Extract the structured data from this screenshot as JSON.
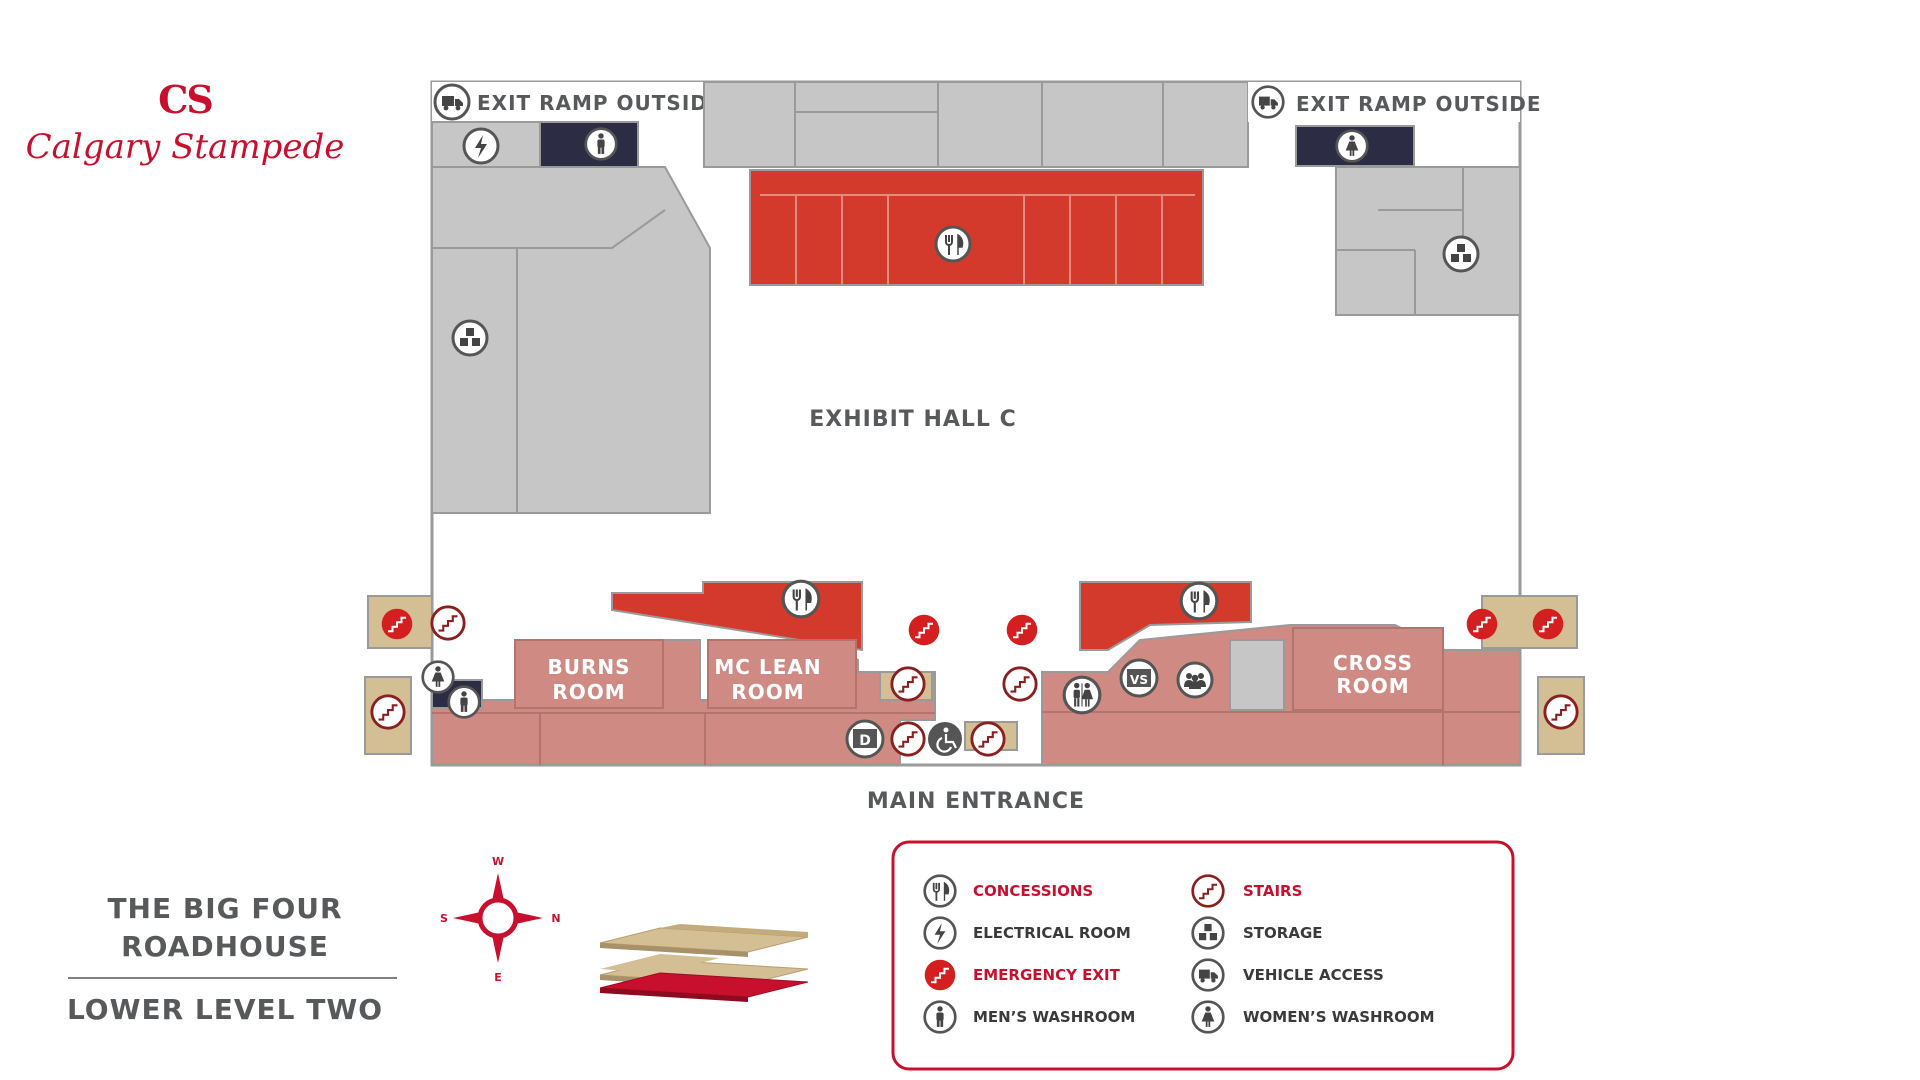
{
  "brand": {
    "monogram": "CS",
    "name": "Calgary Stampede",
    "color": "#c8102e"
  },
  "venue": {
    "title_line1": "THE BIG FOUR",
    "title_line2": "ROADHOUSE",
    "level": "LOWER LEVEL TWO"
  },
  "labels": {
    "exit_ramp_left": "EXIT RAMP OUTSIDE",
    "exit_ramp_right": "EXIT RAMP OUTSIDE",
    "hall": "EXHIBIT HALL C",
    "burns_1": "BURNS",
    "burns_2": "ROOM",
    "mclean_1": "MC LEAN",
    "mclean_2": "ROOM",
    "cross_1": "CROSS",
    "cross_2": "ROOM",
    "main_entrance": "MAIN ENTRANCE"
  },
  "compass": {
    "w": "W",
    "s": "S",
    "n": "N",
    "e": "E"
  },
  "legend": [
    {
      "label": "CONCESSIONS",
      "icon": "fork-knife-icon",
      "style": "red-text"
    },
    {
      "label": "STAIRS",
      "icon": "stairs-icon",
      "style": "red-text"
    },
    {
      "label": "ELECTRICAL ROOM",
      "icon": "lightning-icon",
      "style": "dark"
    },
    {
      "label": "STORAGE",
      "icon": "boxes-icon",
      "style": "dark"
    },
    {
      "label": "EMERGENCY EXIT",
      "icon": "emergency-exit-icon",
      "style": "red-text"
    },
    {
      "label": "VEHICLE ACCESS",
      "icon": "truck-icon",
      "style": "dark"
    },
    {
      "label": "MEN’S WASHROOM",
      "icon": "man-icon",
      "style": "dark"
    },
    {
      "label": "WOMEN’S WASHROOM",
      "icon": "woman-icon",
      "style": "dark"
    }
  ],
  "icon_letters": {
    "d": "D",
    "vs": "VS"
  },
  "colors": {
    "concession_red": "#d33a2c",
    "room_pink": "#cf8a84",
    "service_gray": "#c6c6c6",
    "washroom_navy": "#2c2c44",
    "stair_tan": "#d3bf93",
    "brand_red": "#c8102e",
    "text_gray": "#58595b"
  }
}
